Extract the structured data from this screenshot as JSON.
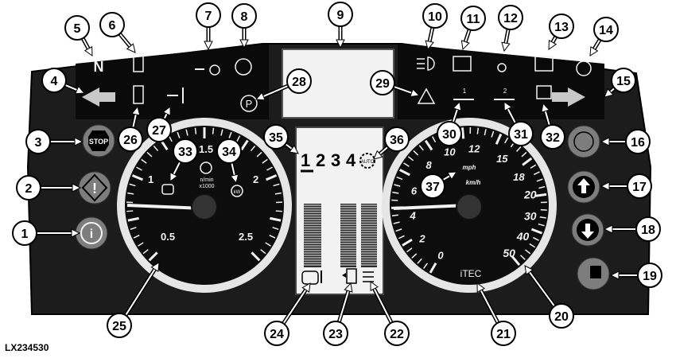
{
  "figure_id": "LX234530",
  "callouts": [
    "1",
    "2",
    "3",
    "4",
    "5",
    "6",
    "7",
    "8",
    "9",
    "10",
    "11",
    "12",
    "13",
    "14",
    "15",
    "16",
    "17",
    "18",
    "19",
    "20",
    "21",
    "22",
    "23",
    "24",
    "25",
    "26",
    "27",
    "28",
    "29",
    "30",
    "31",
    "32",
    "33",
    "34",
    "35",
    "36",
    "37"
  ],
  "cluster": {
    "neutral_letter": "N",
    "stop_label": "STOP",
    "park_letter": "P",
    "left_gauge": {
      "unit_line1": "n/min",
      "unit_line2": "x1000",
      "ticks": [
        "0.5",
        "1",
        "1.5",
        "2",
        "2.5"
      ],
      "kw_label": "kW"
    },
    "right_gauge": {
      "unit_mph": "mph",
      "unit_kmh": "km/h",
      "ticks": [
        "0",
        "2",
        "4",
        "6",
        "8",
        "10",
        "12",
        "15",
        "18",
        "20",
        "30",
        "40",
        "50"
      ],
      "brand": "iTEC"
    },
    "gears": [
      "1",
      "2",
      "3",
      "4"
    ],
    "auto_label": "AUTO",
    "trailer_1": "1",
    "trailer_2": "2"
  },
  "icons": {
    "info": "info-icon",
    "warning": "warning-diamond-icon",
    "stop": "stop-icon",
    "arrow_left": "turn-left-arrow-icon",
    "arrow_right": "turn-right-arrow-icon",
    "neutral": "neutral-icon",
    "front_wheel_drive": "front-wheel-drive-icon",
    "tractor_rear": "tractor-rear-icon",
    "differential_lock": "differential-lock-icon",
    "headlight": "high-beam-icon",
    "hazard": "hazard-triangle-icon",
    "park": "park-brake-icon"
  },
  "colors": {
    "panel": "#1a1a1a",
    "gauge_face": "#0d0d0d",
    "ring": "#e6e6e6",
    "button": "#7d7d7d",
    "display": "#f2f2f2"
  }
}
